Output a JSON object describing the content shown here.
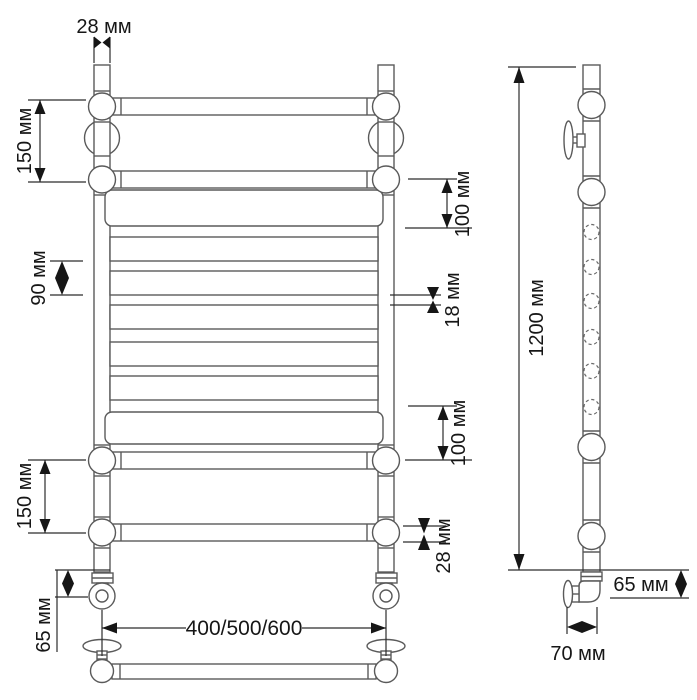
{
  "front_view": {
    "labels": {
      "pipe_diameter_top": "28 мм",
      "spacing_top": "150 мм",
      "spacing_upper_right": "100 мм",
      "flat_pipe_pitch": "90 мм",
      "flat_pipe_gap": "18 мм",
      "spacing_lower_right": "100 мм",
      "spacing_bottom": "150 мм",
      "pipe_diameter_bottom": "28 мм",
      "outlet_height": "65 мм",
      "width_options": "400/500/600"
    }
  },
  "side_view": {
    "labels": {
      "total_height": "1200 мм",
      "outlet_drop": "65 мм",
      "wall_offset": "70 мм"
    }
  },
  "style": {
    "line_color": "#5a5a5a",
    "dimension_color": "#2c2c2c",
    "text_color": "#161616",
    "background": "#ffffff"
  }
}
